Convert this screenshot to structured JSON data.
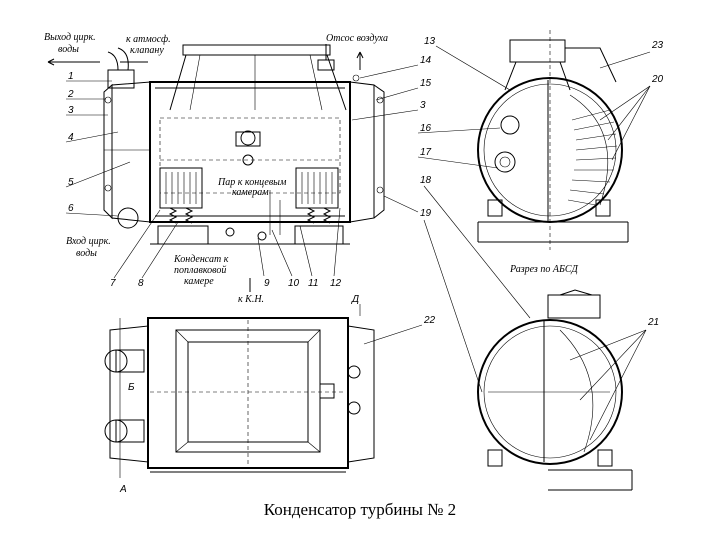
{
  "caption": "Конденсатор турбины № 2",
  "labels": {
    "water_out": [
      "Выход цирк.",
      "воды"
    ],
    "to_atm_valve": [
      "к атмосф.",
      "клапану"
    ],
    "air_suction": "Отсос воздуха",
    "steam_to_seals": [
      "Пар к концевым",
      "камерам"
    ],
    "water_in": [
      "Вход цирк.",
      "воды"
    ],
    "condensate_to_chamber": [
      "Конденсат к",
      "поплавковой",
      "камере"
    ],
    "to_kn": "к К.Н.",
    "section_abcd": "Разрез по АБСД",
    "mark_d": "Д",
    "mark_a": "А",
    "mark_b": "Б"
  },
  "callouts": {
    "n1": "1",
    "n2": "2",
    "n3": "3",
    "n4": "4",
    "n5": "5",
    "n6": "6",
    "n7": "7",
    "n8": "8",
    "n9": "9",
    "n10": "10",
    "n11": "11",
    "n12": "12",
    "n13": "13",
    "n14": "14",
    "n15": "15",
    "n3r": "3",
    "n16": "16",
    "n17": "17",
    "n18": "18",
    "n19": "19",
    "n20": "20",
    "n21": "21",
    "n22": "22",
    "n23": "23"
  }
}
